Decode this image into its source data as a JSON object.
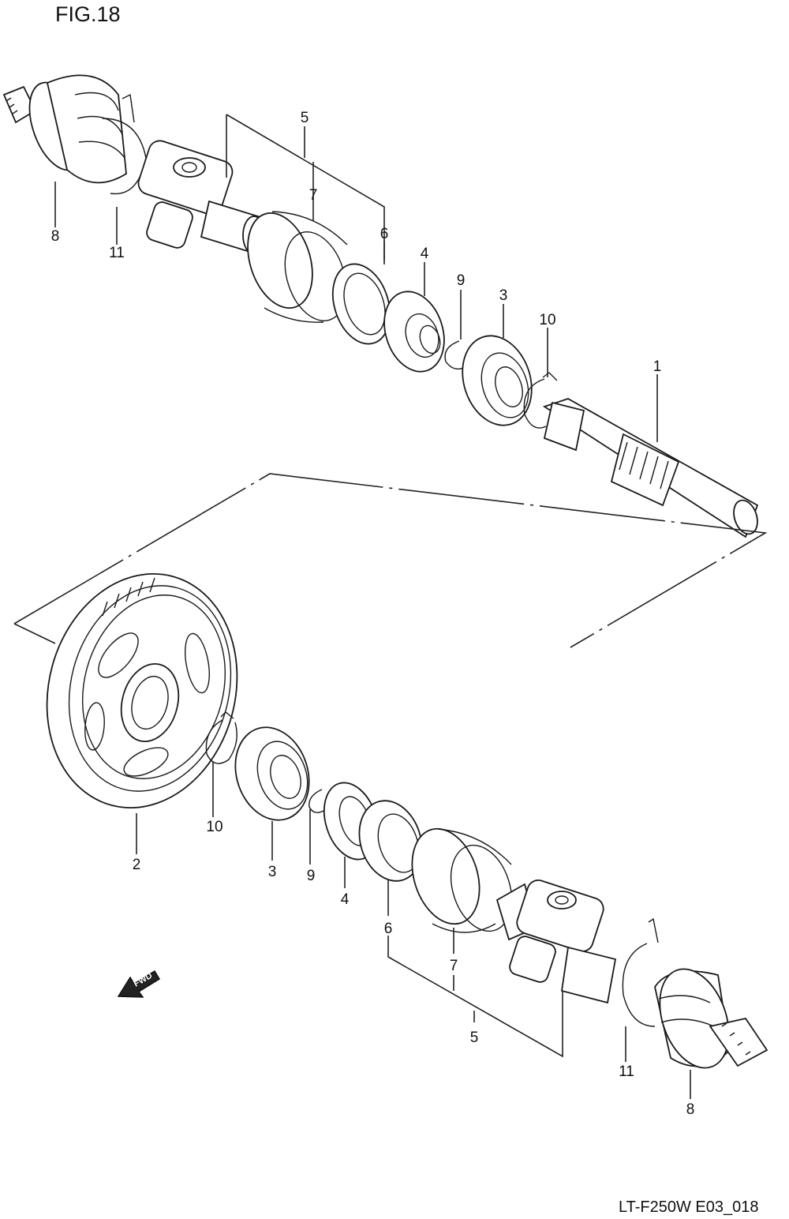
{
  "figure_title": "FIG.18",
  "model_code": "LT-F250W E03_018",
  "fwd_label": "FWD",
  "labels_upper": {
    "p1": "1",
    "p3": "3",
    "p4": "4",
    "p5": "5",
    "p6": "6",
    "p7": "7",
    "p8": "8",
    "p9": "9",
    "p10": "10",
    "p11": "11"
  },
  "labels_lower": {
    "p2": "2",
    "p3": "3",
    "p4": "4",
    "p5": "5",
    "p6": "6",
    "p7": "7",
    "p8": "8",
    "p9": "9",
    "p10": "10",
    "p11": "11"
  }
}
